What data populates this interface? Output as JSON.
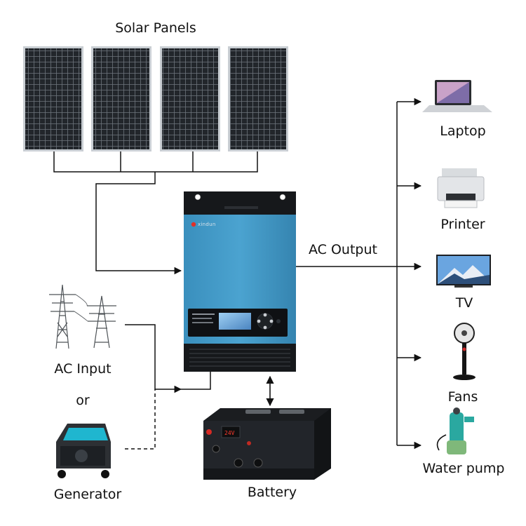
{
  "labels": {
    "solar_panels": "Solar Panels",
    "ac_output": "AC Output",
    "ac_input": "AC Input",
    "or": "or",
    "generator": "Generator",
    "battery": "Battery"
  },
  "inverter": {
    "brand": "xindun"
  },
  "battery": {
    "display": "24V"
  },
  "loads": [
    {
      "label": "Laptop",
      "icon": "laptop-icon"
    },
    {
      "label": "Printer",
      "icon": "printer-icon"
    },
    {
      "label": "TV",
      "icon": "tv-icon"
    },
    {
      "label": "Fans",
      "icon": "fan-icon"
    },
    {
      "label": "Water pump",
      "icon": "water-pump-icon"
    }
  ],
  "colors": {
    "inverter_body": "#3f99c8",
    "inverter_dark": "#16181b",
    "panel": "#1d2024",
    "wire": "#111111",
    "generator_accent": "#1fb6cf"
  }
}
